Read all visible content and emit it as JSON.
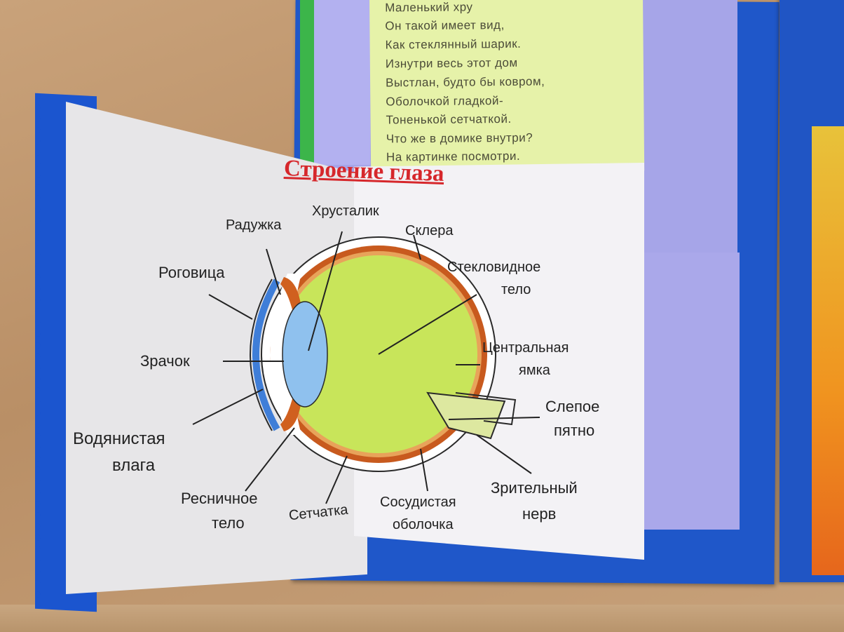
{
  "poem": {
    "lines": [
      "Маленький хру",
      "Он такой имеет вид,",
      "Как стеклянный шарик.",
      "Изнутри весь этот дом",
      "Выстлан, будто бы ковром,",
      "Оболочкой гладкой-",
      "Тоненькой сетчаткой.",
      "Что же в домике внутри?",
      "На картинке посмотри."
    ]
  },
  "diagram": {
    "title": "Строение глаза",
    "labels": {
      "lens": "Хрусталик",
      "iris": "Радужка",
      "sclera": "Склера",
      "cornea": "Роговица",
      "vitreous_1": "Стекловидное",
      "vitreous_2": "тело",
      "pupil": "Зрачок",
      "fovea_1": "Центральная",
      "fovea_2": "ямка",
      "blind_spot_1": "Слепое",
      "blind_spot_2": "пятно",
      "aqueous_1": "Водянистая",
      "aqueous_2": "влага",
      "ciliary_1": "Ресничное",
      "ciliary_2": "тело",
      "retina": "Сетчатка",
      "choroid_1": "Сосудистая",
      "choroid_2": "оболочка",
      "optic_nerve_1": "Зрительный",
      "optic_nerve_2": "нерв"
    }
  },
  "colors": {
    "blue_board": "#1f57c9",
    "title_red": "#d6272b",
    "poem_card": "#e6f2a9",
    "lavender": "#a6a5e8",
    "vitreous": "#c8e55a",
    "choroid": "#c85a1e",
    "lens": "#8fc1ee",
    "cornea": "#3f7ed8"
  }
}
